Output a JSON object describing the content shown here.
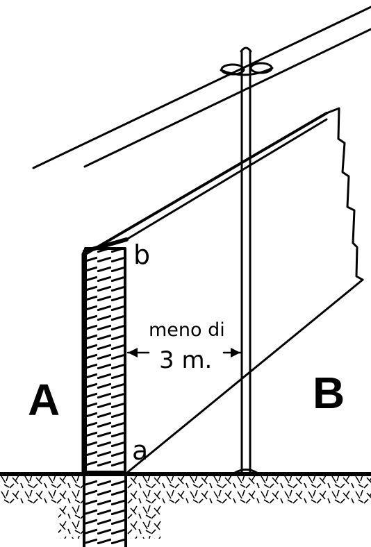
{
  "diagram": {
    "label_a_region": "A",
    "label_b_region": "B",
    "label_top": "b",
    "label_bottom": "a",
    "distance_line1": "meno di",
    "distance_line2": "3 m."
  },
  "colors": {
    "ink": "#000000",
    "background": "#ffffff"
  }
}
